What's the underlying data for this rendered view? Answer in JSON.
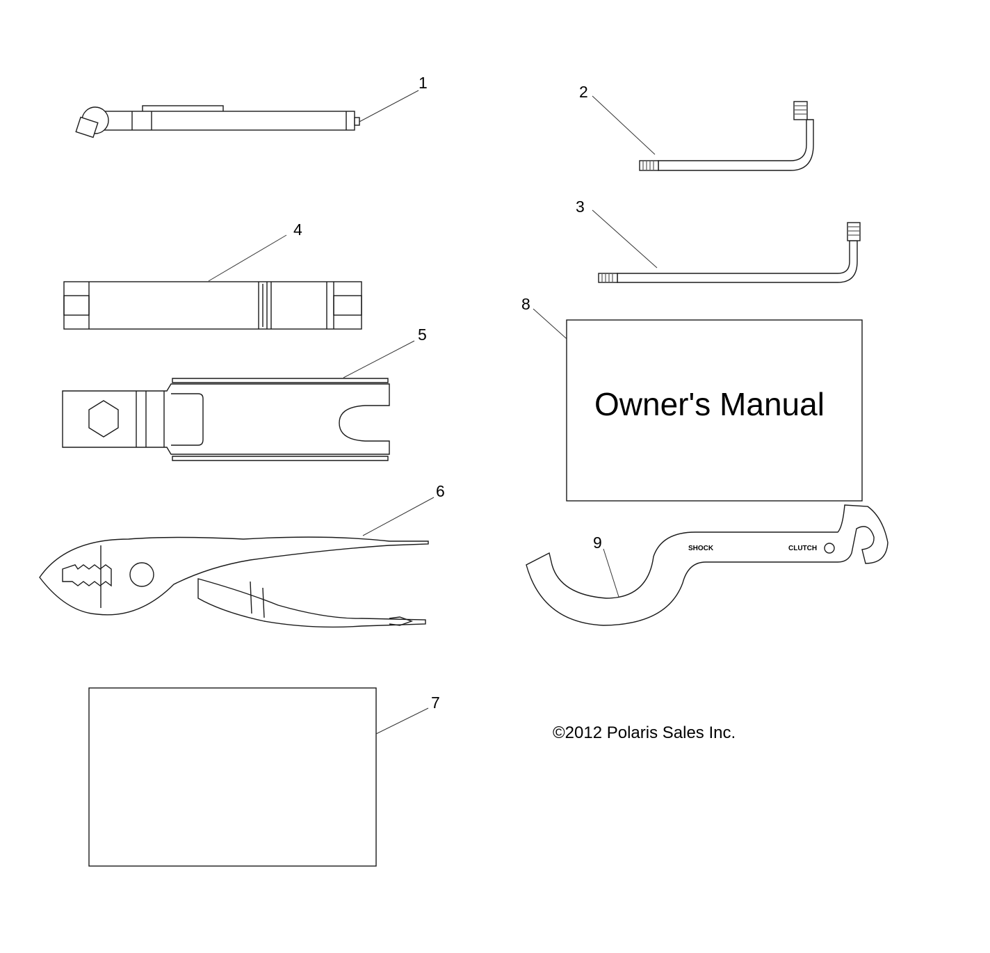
{
  "callouts": [
    {
      "number": "1"
    },
    {
      "number": "2"
    },
    {
      "number": "3"
    },
    {
      "number": "4"
    },
    {
      "number": "5"
    },
    {
      "number": "6"
    },
    {
      "number": "7"
    },
    {
      "number": "8"
    },
    {
      "number": "9"
    }
  ],
  "owners_manual": {
    "title": "Owner's Manual"
  },
  "spanner_wrench": {
    "label_shock": "SHOCK",
    "label_clutch": "CLUTCH"
  },
  "footer": {
    "copyright": "©2012 Polaris Sales Inc."
  }
}
